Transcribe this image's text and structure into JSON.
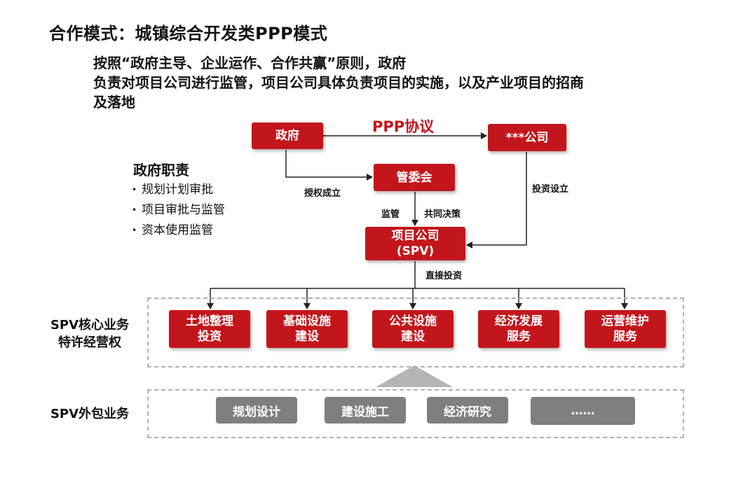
{
  "title": "合作模式：城镇综合开发类PPP模式",
  "intro": {
    "line1": "按照“政府主导、企业运作、合作共赢”原则，政府",
    "line2": "负责对项目公司进行监管，项目公司具体负责项目的实施，以及产业项目的招商",
    "line3": "及落地"
  },
  "nodes": {
    "gov": "政府",
    "company": "***公司",
    "committee": "管委会",
    "spv_line1": "项目公司",
    "spv_line2": "(SPV)"
  },
  "edges": {
    "ppp": "PPP协议",
    "authorize": "授权成立",
    "invest_setup": "投资设立",
    "supervise": "监管",
    "joint_decision": "共同决策",
    "direct_invest": "直接投资"
  },
  "gov_duties": {
    "title": "政府职责",
    "bullet": "•",
    "items": [
      "规划计划审批",
      "项目审批与监管",
      "资本使用监管"
    ]
  },
  "core": {
    "label_line1": "SPV核心业务",
    "label_line2": "特许经营权",
    "items": [
      {
        "line1": "土地整理",
        "line2": "投资"
      },
      {
        "line1": "基础设施",
        "line2": "建设"
      },
      {
        "line1": "公共设施",
        "line2": "建设"
      },
      {
        "line1": "经济发展",
        "line2": "服务"
      },
      {
        "line1": "运营维护",
        "line2": "服务"
      }
    ]
  },
  "outsourced": {
    "label": "SPV外包业务",
    "items": [
      "规划设计",
      "建设施工",
      "经济研究",
      "……"
    ]
  },
  "colors": {
    "accent": "#c3161c",
    "gray_box": "#7f7f7f",
    "dashed_border": "#b0b0b0"
  }
}
